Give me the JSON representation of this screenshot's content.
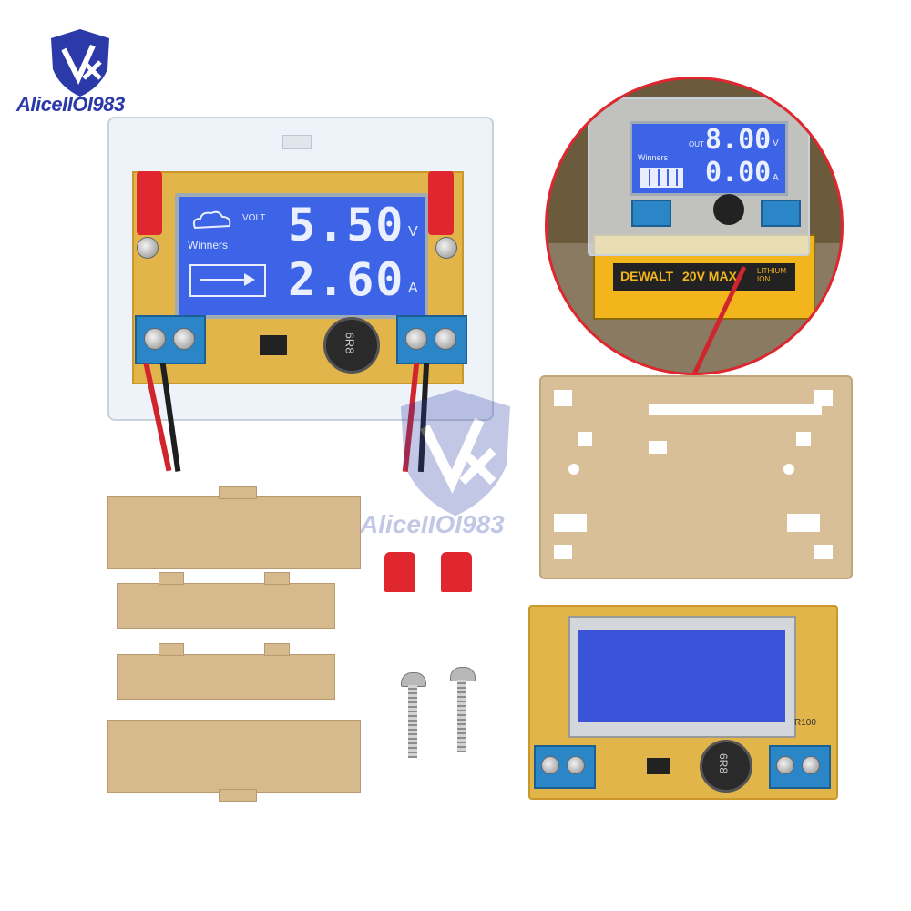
{
  "logo": {
    "brand_text": "AliceIIOI983",
    "icon": "shield-logo-icon"
  },
  "watermark": {
    "text": "AliceIIOI983"
  },
  "main_module": {
    "lcd_label_volt": "VOLT",
    "lcd_label_brand": "Winners",
    "voltage": "5.50",
    "voltage_unit": "V",
    "current": "2.60",
    "current_unit": "A",
    "inductor_label": "6R8"
  },
  "inset_photo": {
    "lcd_label_brand": "Winners",
    "lcd_label_out": "OUT",
    "voltage": "8.00",
    "voltage_unit": "V",
    "current": "0.00",
    "current_unit": "A",
    "battery_brand": "DEWALT",
    "battery_voltage": "20V MAX",
    "battery_type": "LITHIUM ION"
  },
  "bare_board": {
    "resistor_label": "R100",
    "inductor_label": "6R8"
  },
  "colors": {
    "lcd_blue": "#3d63e6",
    "terminal_blue": "#2b86c7",
    "pcb_yellow": "#e2b54a",
    "wood_panel": "#d7b98e",
    "clip_red": "#e0262e",
    "logo_blue": "#2b3aa8"
  }
}
